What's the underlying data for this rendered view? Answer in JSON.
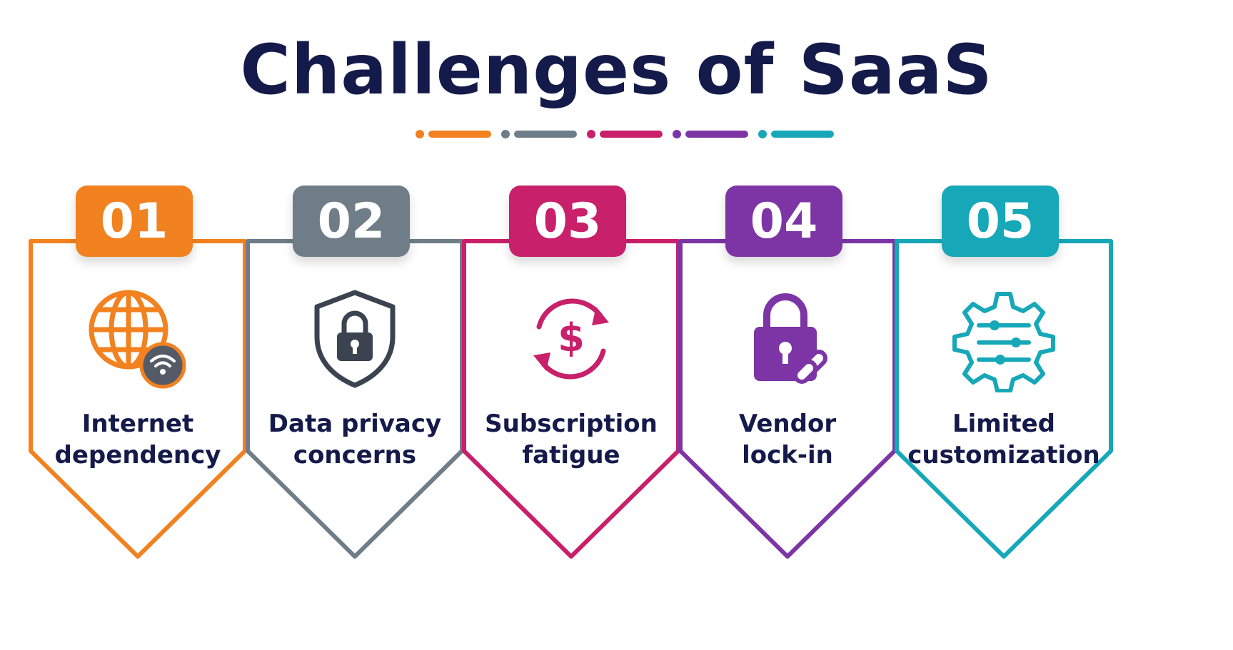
{
  "title": "Challenges of SaaS",
  "colors": {
    "title": "#141a4a",
    "orange": "#f2811f",
    "gray": "#6e7d87",
    "magenta": "#c8206a",
    "purple": "#7d35a6",
    "teal": "#16a8b8"
  },
  "cards": [
    {
      "number": "01",
      "line1": "Internet",
      "line2": "dependency",
      "icon": "globe-wifi-icon",
      "color": "#f2811f"
    },
    {
      "number": "02",
      "line1": "Data privacy",
      "line2": "concerns",
      "icon": "shield-lock-icon",
      "color": "#6e7d87"
    },
    {
      "number": "03",
      "line1": "Subscription",
      "line2": "fatigue",
      "icon": "dollar-cycle-icon",
      "color": "#c8206a"
    },
    {
      "number": "04",
      "line1": "Vendor",
      "line2": "lock-in",
      "icon": "padlock-chain-icon",
      "color": "#7d35a6"
    },
    {
      "number": "05",
      "line1": "Limited",
      "line2": "customization",
      "icon": "gear-sliders-icon",
      "color": "#16a8b8"
    }
  ]
}
